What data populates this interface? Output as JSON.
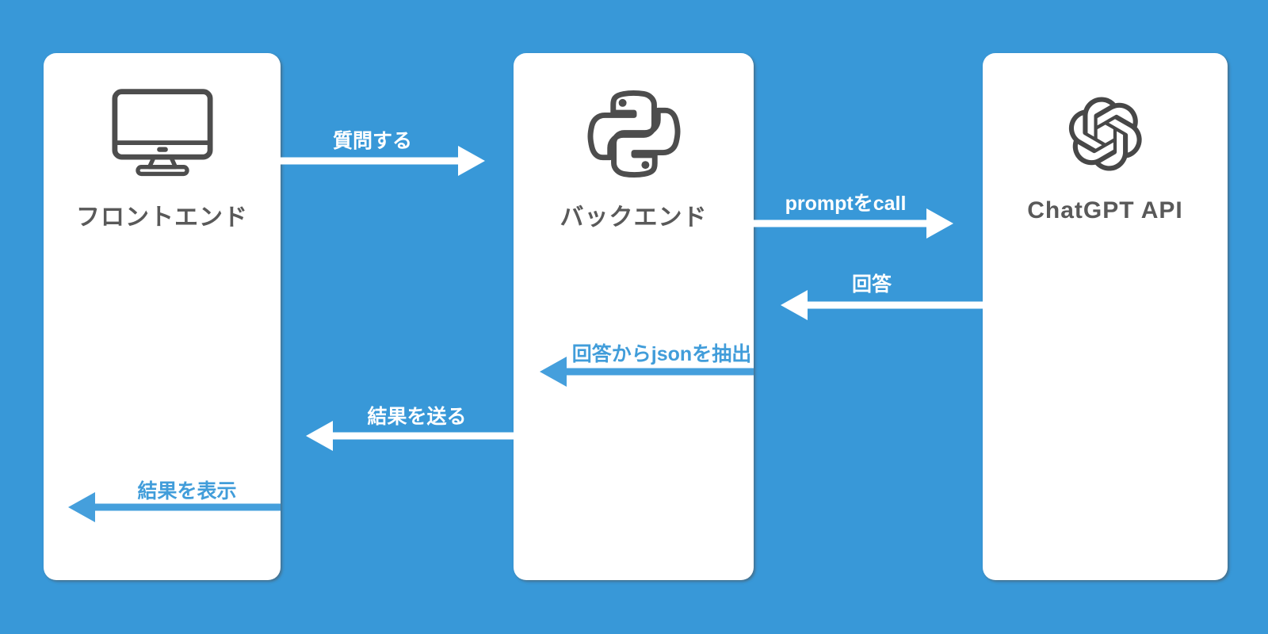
{
  "diagram": {
    "background_color": "#3898d8",
    "card_color": "#ffffff",
    "node_text_color": "#595959",
    "icon_color": "#4d4d4d",
    "accent_blue": "#459fdc",
    "nodes": [
      {
        "id": "frontend",
        "label": "フロントエンド",
        "icon": "monitor-icon"
      },
      {
        "id": "backend",
        "label": "バックエンド",
        "icon": "python-icon"
      },
      {
        "id": "chatgpt-api",
        "label": "ChatGPT API",
        "icon": "openai-icon"
      }
    ],
    "flows": [
      {
        "label": "質問する",
        "from": "frontend",
        "to": "backend",
        "direction": "right",
        "color": "white"
      },
      {
        "label": "promptをcall",
        "from": "backend",
        "to": "chatgpt-api",
        "direction": "right",
        "color": "white"
      },
      {
        "label": "回答",
        "from": "chatgpt-api",
        "to": "backend",
        "direction": "left",
        "color": "white"
      },
      {
        "label": "回答からjsonを抽出",
        "from": "backend",
        "to": "backend",
        "direction": "left",
        "color": "blue"
      },
      {
        "label": "結果を送る",
        "from": "backend",
        "to": "frontend",
        "direction": "left",
        "color": "white"
      },
      {
        "label": "結果を表示",
        "from": "frontend",
        "to": "frontend",
        "direction": "left",
        "color": "blue"
      }
    ]
  }
}
